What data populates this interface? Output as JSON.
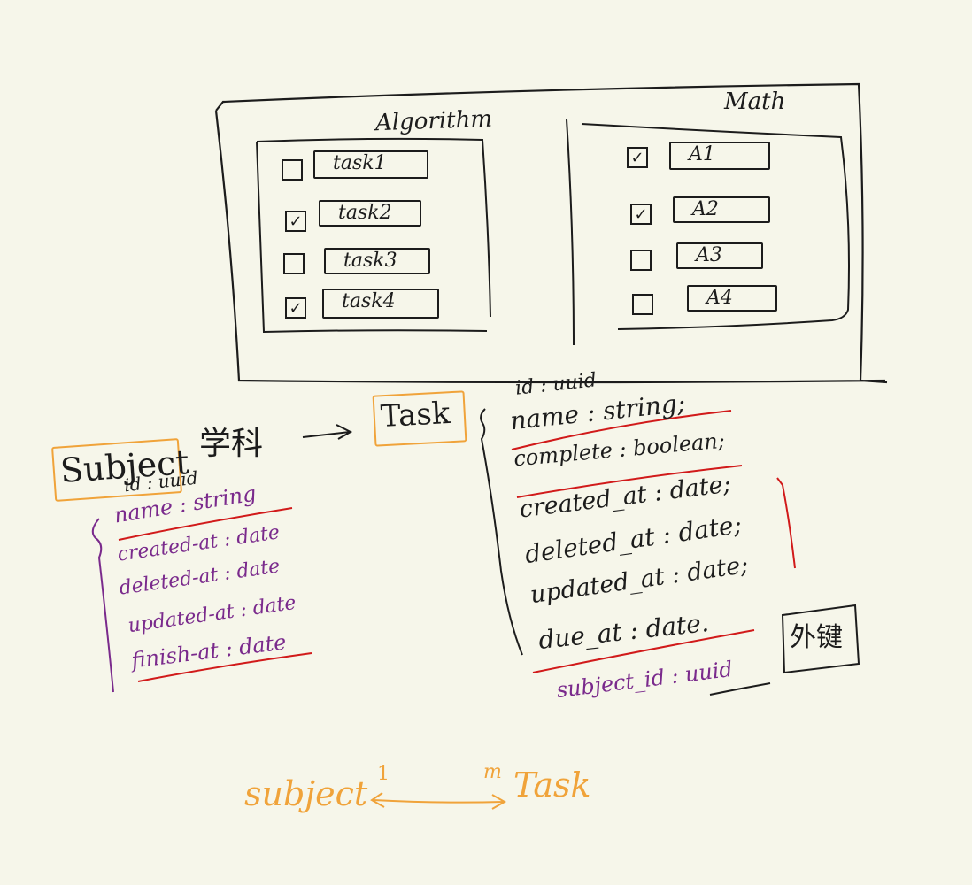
{
  "mockup": {
    "columns": [
      {
        "title": "Algorithm",
        "items": [
          {
            "label": "task1",
            "checked": false
          },
          {
            "label": "task2",
            "checked": true
          },
          {
            "label": "task3",
            "checked": false
          },
          {
            "label": "task4",
            "checked": true
          }
        ]
      },
      {
        "title": "Math",
        "items": [
          {
            "label": "A1",
            "checked": true
          },
          {
            "label": "A2",
            "checked": true
          },
          {
            "label": "A3",
            "checked": false
          },
          {
            "label": "A4",
            "checked": false
          }
        ]
      }
    ]
  },
  "subject": {
    "name": "Subject",
    "name_cn": "学科",
    "fields": [
      "id : uuid",
      "name : string",
      "created-at : date",
      "deleted-at : date",
      "updated-at : date",
      "finish-at : date"
    ]
  },
  "task": {
    "name": "Task",
    "fields": [
      "id  : uuid",
      "name : string;",
      "complete : boolean;",
      "created_at : date;",
      "deleted_at : date;",
      "updated_at : date;",
      "due_at : date."
    ],
    "fk_field": "subject_id : uuid",
    "fk_note": "外键"
  },
  "relation": {
    "left": "subject",
    "left_card": "1",
    "right_card": "m",
    "right": "Task"
  },
  "colors": {
    "ink": "#1c1c1c",
    "purple": "#7a2a8c",
    "orange": "#f0a33a",
    "red": "#d11a1a",
    "background": "#f6f6ea"
  }
}
